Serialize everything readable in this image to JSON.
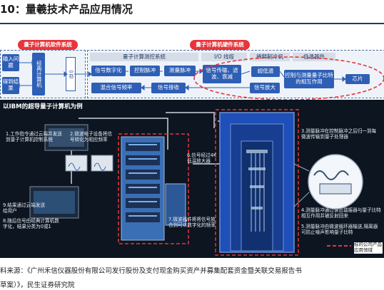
{
  "title": "10：量羲技术产品应用情况",
  "software": {
    "label": "量子计算机软件系统",
    "input": "输入问题",
    "get": "得到结果",
    "classic": "经典计算机",
    "cloud": "（云）"
  },
  "hardware": {
    "label": "量子计算机硬件系统",
    "measure_ctrl": "量子计算测控系统",
    "io": "I/O 线缆",
    "dilution": "稀释制冷机",
    "lowtemp": "低温器件",
    "digitize": "信号数字化",
    "ctrl_pulse": "控制脉冲",
    "meas_pulse": "测量脉冲",
    "mix": "混合信号频率",
    "sig_recv": "信号接收",
    "sig_trans": "信号传输、滤波、衰减",
    "ultra_low": "超低温",
    "amp": "信号放大",
    "interact": "控制与测量量子比特的相互作用",
    "chip": "芯片"
  },
  "ibm": {
    "caption": "以IBM的超导量子计算机为例",
    "n1": "1.工作指令通过云端并发送到量子计算机控制系统",
    "n2": "2.微波电子设备将信号转化为相应频率",
    "n3": "3.测量脉冲在控制脉冲之后归一到每微波传输到量子处理器",
    "n4": "4.测量脉冲通过读出谐振器与量子比特相互作用并被反射回来",
    "n5": "5.测量脉冲由微波循环器输送,隔离器可防止噪声影响量子比特",
    "n6": "6.信号经过4K低温放大器",
    "n7": "7.微波器件将将信号放合到可以数字化的频率",
    "n8": "8.随后信号由经典计算机数字化，结果分类为0或1",
    "n9": "9.结果通过云端发送给用户",
    "legend": "标的公司产品应用领域"
  },
  "source": {
    "line1": "料来源：《广州禾信仪器股份有限公司发行股份及支付现金购买资产并募集配套资金暨关联交易报告书",
    "line2": "草案）》，民生证券研究院"
  }
}
